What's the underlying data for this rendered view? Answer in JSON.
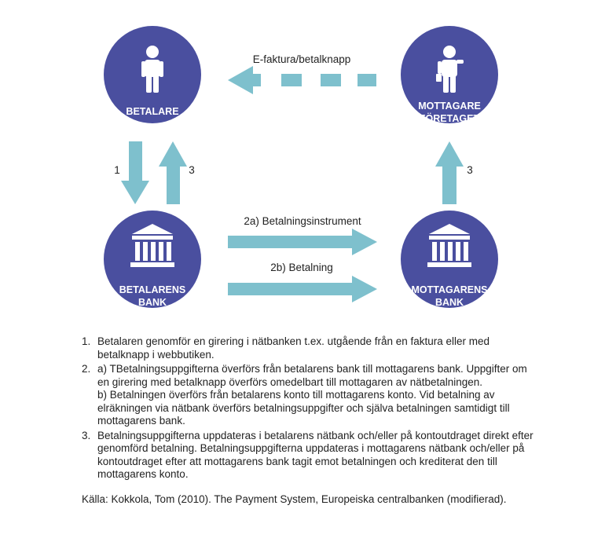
{
  "nodes": {
    "betalare": {
      "label": "BETALARE"
    },
    "mottagare": {
      "label_line1": "MOTTAGARE",
      "label_line2": "(FÖRETAGET)"
    },
    "betalarens_bank": {
      "label_line1": "BETALARENS",
      "label_line2": "BANK"
    },
    "mottagarens_bank": {
      "label_line1": "MOTTAGARENS",
      "label_line2": "BANK"
    }
  },
  "arrows": {
    "efaktura": "E-faktura/betalknapp",
    "instrument": "2a) Betalningsinstrument",
    "betalning": "2b) Betalning",
    "step_down": "1",
    "step_up_left": "3",
    "step_up_right": "3"
  },
  "notes": [
    {
      "num": "1.",
      "paragraphs": [
        "Betalaren genomför en girering i nätbanken t.ex. utgående från en faktura eller med betalknapp i webbutiken."
      ]
    },
    {
      "num": "2.",
      "paragraphs": [
        "a) TBetalningsuppgifterna överförs från betalarens bank till mottagarens bank. Uppgifter om en girering med betalknapp överförs omedelbart till mottagaren av nätbetalningen.",
        "b) Betalningen överförs från betalarens konto till mottagarens konto. Vid betalning av elräkningen via nätbank överförs betalningsuppgifter och själva betalningen samtidigt till mottagarens bank."
      ]
    },
    {
      "num": "3.",
      "paragraphs": [
        "Betalningsuppgifterna uppdateras i betalarens nätbank och/eller på kontoutdraget direkt efter genomförd betalning. Betalningsuppgifterna uppdateras i mottagarens nätbank och/eller på kontoutdraget efter att mottagarens bank tagit emot betalningen och krediterat den till mottagarens konto."
      ]
    }
  ],
  "source": "Källa: Kokkola, Tom (2010). The Payment System, Europeiska centralbanken (modifierad).",
  "colors": {
    "circle": "#4a4f9f",
    "arrow": "#7ec0cd",
    "icon": "#ffffff"
  }
}
